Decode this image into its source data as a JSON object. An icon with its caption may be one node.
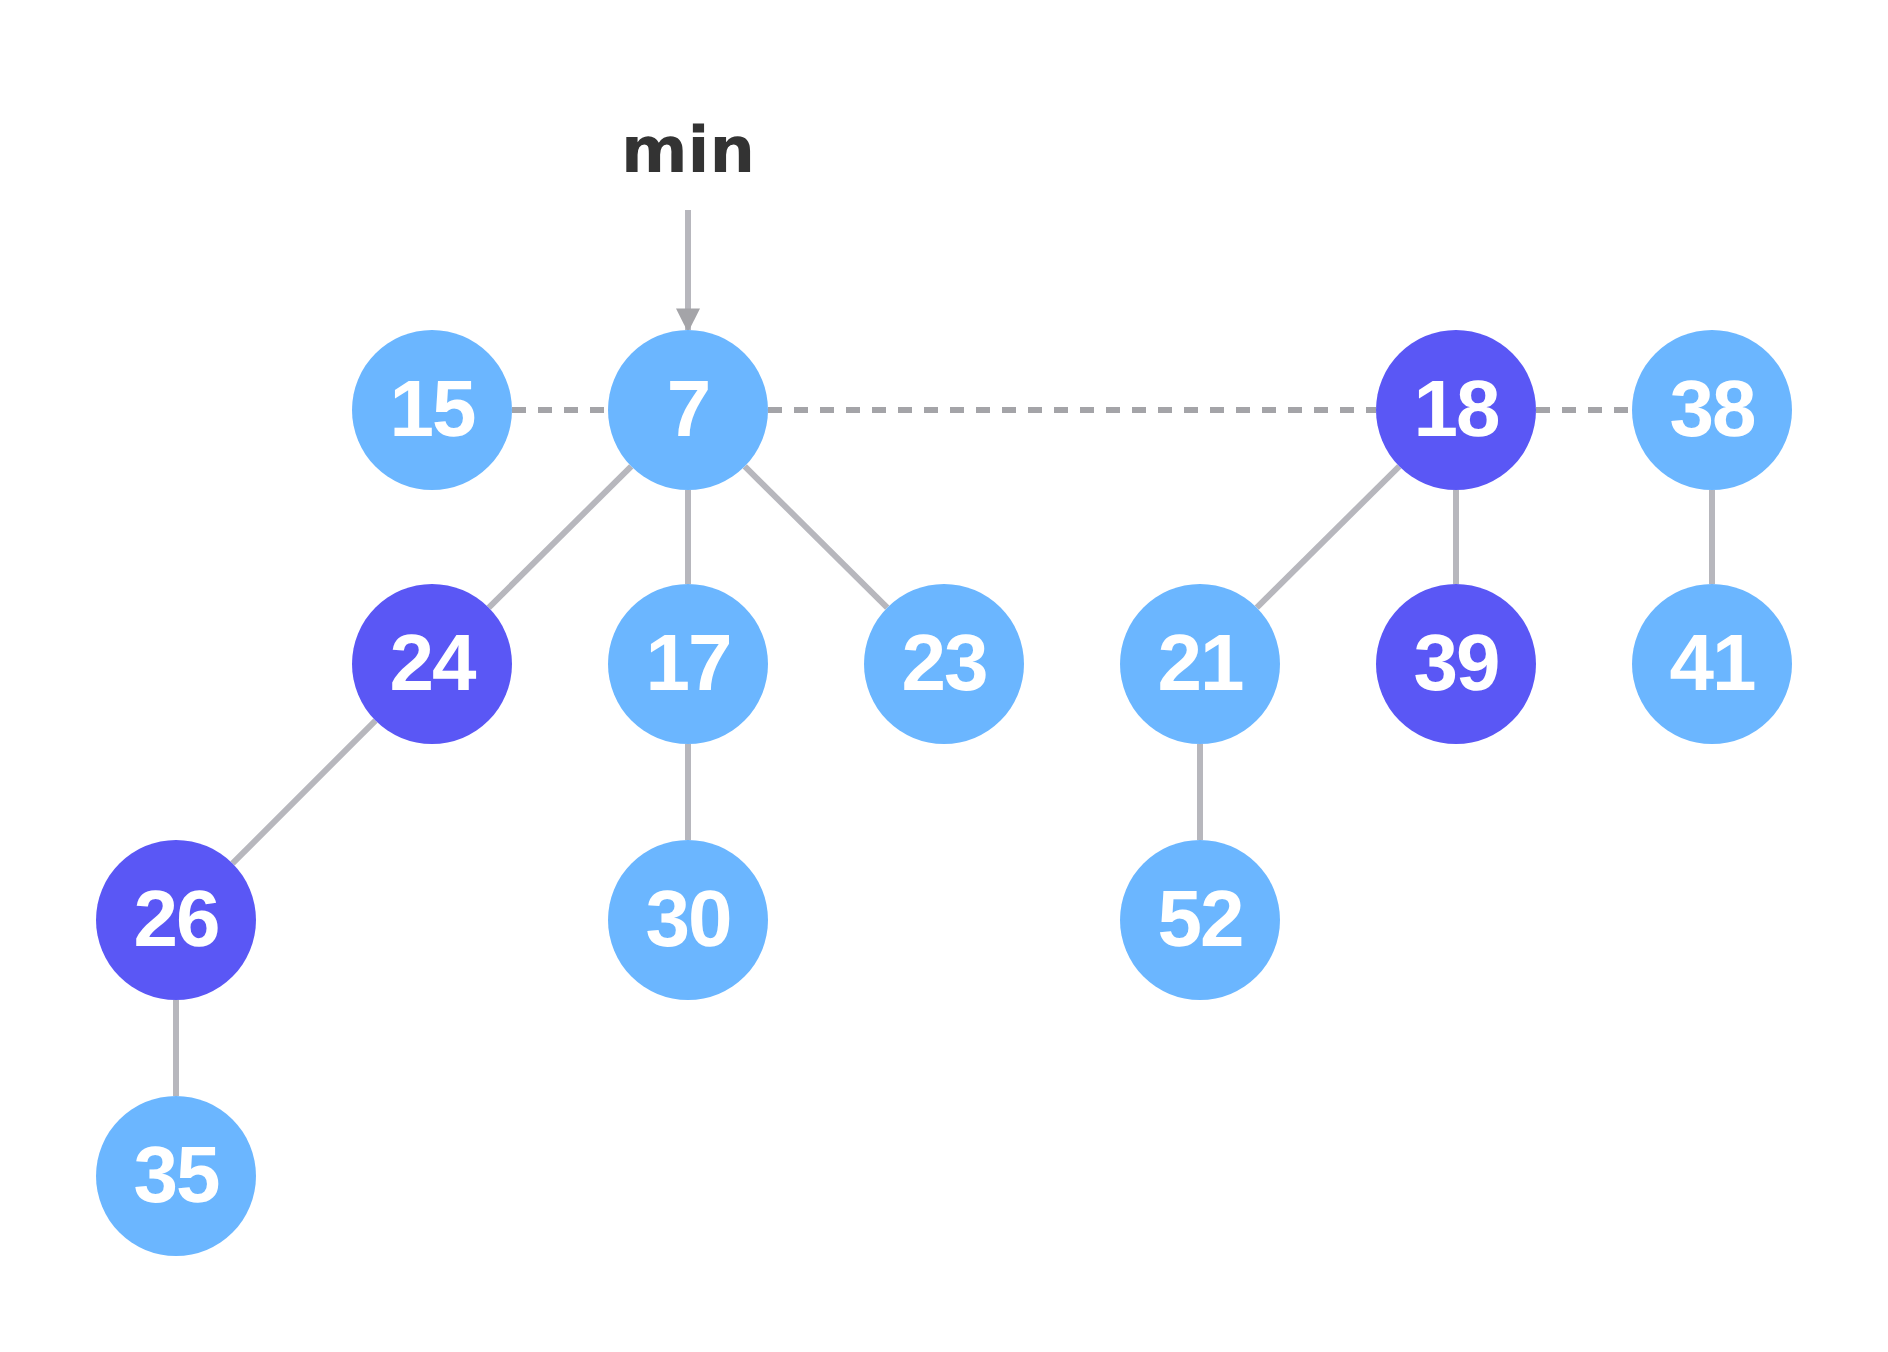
{
  "diagram": {
    "nodes": [
      {
        "text": [
          "min"
        ]
      },
      {
        "text": [
          "15"
        ]
      },
      {
        "text": [
          "7"
        ]
      },
      {
        "text": [
          "18"
        ]
      },
      {
        "text": [
          "38"
        ]
      },
      {
        "text": [
          "24"
        ]
      },
      {
        "text": [
          "17"
        ]
      },
      {
        "text": [
          "23"
        ]
      },
      {
        "text": [
          "21"
        ]
      },
      {
        "text": [
          "39"
        ]
      },
      {
        "text": [
          "41"
        ]
      },
      {
        "text": [
          "26"
        ]
      },
      {
        "text": [
          "30"
        ]
      },
      {
        "text": [
          "52"
        ]
      },
      {
        "text": [
          "35"
        ]
      }
    ],
    "edges": [
      {
        "from": 0,
        "to": 2,
        "arrow": "to"
      },
      {
        "from": 1,
        "to": 2,
        "arrow": "none",
        "style": "dashed"
      },
      {
        "from": 2,
        "to": 3,
        "arrow": "none",
        "style": "dashed"
      },
      {
        "from": 3,
        "to": 4,
        "arrow": "none",
        "style": "dashed"
      },
      {
        "from": 2,
        "to": 5,
        "arrow": "none"
      },
      {
        "from": 2,
        "to": 6,
        "arrow": "none"
      },
      {
        "from": 2,
        "to": 7,
        "arrow": "none"
      },
      {
        "from": 3,
        "to": 8,
        "arrow": "none"
      },
      {
        "from": 3,
        "to": 9,
        "arrow": "none"
      },
      {
        "from": 4,
        "to": 10,
        "arrow": "none"
      },
      {
        "from": 5,
        "to": 11,
        "arrow": "none"
      },
      {
        "from": 6,
        "to": 12,
        "arrow": "none"
      },
      {
        "from": 8,
        "to": 13,
        "arrow": "none"
      },
      {
        "from": 11,
        "to": 14,
        "arrow": "none"
      }
    ]
  }
}
